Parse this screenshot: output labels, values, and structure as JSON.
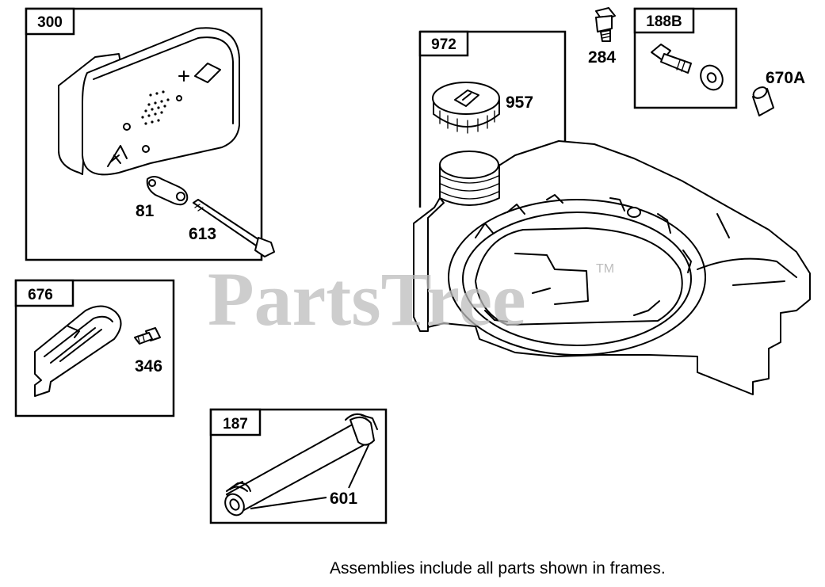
{
  "frames": [
    {
      "id": "300",
      "label": "300"
    },
    {
      "id": "676",
      "label": "676"
    },
    {
      "id": "187",
      "label": "187"
    },
    {
      "id": "972",
      "label": "972"
    },
    {
      "id": "188B",
      "label": "188B"
    }
  ],
  "callouts": [
    {
      "id": "81",
      "label": "81"
    },
    {
      "id": "613",
      "label": "613"
    },
    {
      "id": "346",
      "label": "346"
    },
    {
      "id": "601",
      "label": "601"
    },
    {
      "id": "957",
      "label": "957"
    },
    {
      "id": "284",
      "label": "284"
    },
    {
      "id": "670A",
      "label": "670A"
    }
  ],
  "watermark": {
    "text": "PartsTree",
    "trademark": "TM"
  },
  "footer": {
    "note": "Assemblies include all parts shown in frames."
  }
}
